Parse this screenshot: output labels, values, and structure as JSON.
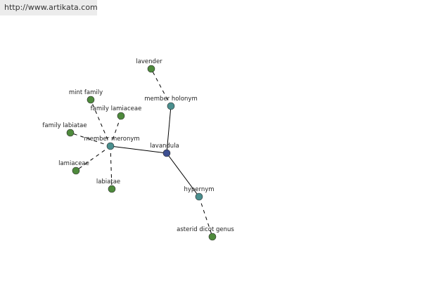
{
  "header": {
    "url": "http://www.artikata.com"
  },
  "colors": {
    "center_node": "#3d4f91",
    "relation_node": "#4a8f8e",
    "leaf_node": "#4e8a3c",
    "edge": "#000000"
  },
  "graph": {
    "nodes": [
      {
        "id": "lavandula",
        "label": "lavandula",
        "kind": "center"
      },
      {
        "id": "member-holonym",
        "label": "member holonym",
        "kind": "relation"
      },
      {
        "id": "member-meronym",
        "label": "member meronym",
        "kind": "relation"
      },
      {
        "id": "hypernym",
        "label": "hypernym",
        "kind": "relation"
      },
      {
        "id": "lavender",
        "label": "lavender",
        "kind": "leaf"
      },
      {
        "id": "mint-family",
        "label": "mint family",
        "kind": "leaf"
      },
      {
        "id": "family-lamiaceae",
        "label": "family lamiaceae",
        "kind": "leaf"
      },
      {
        "id": "family-labiatae",
        "label": "family labiatae",
        "kind": "leaf"
      },
      {
        "id": "lamiaceae",
        "label": "lamiaceae",
        "kind": "leaf"
      },
      {
        "id": "labiatae",
        "label": "labiatae",
        "kind": "leaf"
      },
      {
        "id": "asterid-dicot-genus",
        "label": "asterid dicot genus",
        "kind": "leaf"
      }
    ],
    "edges": [
      {
        "from": "lavandula",
        "to": "member-holonym",
        "style": "solid"
      },
      {
        "from": "lavandula",
        "to": "member-meronym",
        "style": "solid"
      },
      {
        "from": "lavandula",
        "to": "hypernym",
        "style": "solid"
      },
      {
        "from": "member-holonym",
        "to": "lavender",
        "style": "dashed"
      },
      {
        "from": "member-meronym",
        "to": "mint-family",
        "style": "dashed"
      },
      {
        "from": "member-meronym",
        "to": "family-lamiaceae",
        "style": "dashed"
      },
      {
        "from": "member-meronym",
        "to": "family-labiatae",
        "style": "dashed"
      },
      {
        "from": "member-meronym",
        "to": "lamiaceae",
        "style": "dashed"
      },
      {
        "from": "member-meronym",
        "to": "labiatae",
        "style": "dashed"
      },
      {
        "from": "hypernym",
        "to": "asterid-dicot-genus",
        "style": "dashed"
      }
    ]
  }
}
